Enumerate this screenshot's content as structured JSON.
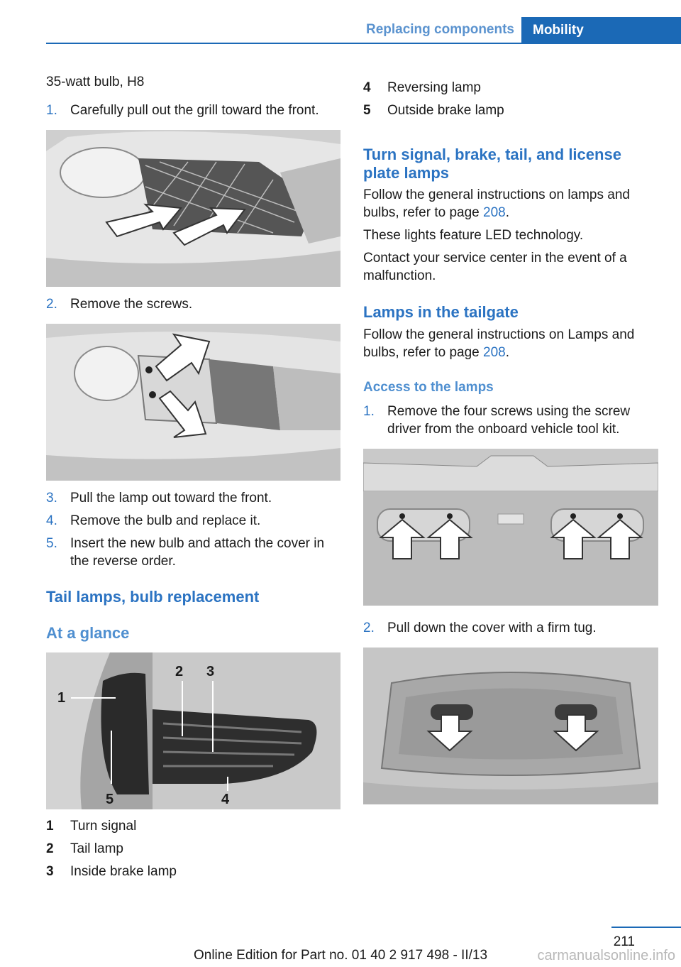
{
  "header": {
    "section": "Replacing components",
    "tab": "Mobility"
  },
  "left": {
    "intro": "35‑watt bulb, H8",
    "steps_a": [
      {
        "num": "1.",
        "text": "Carefully pull out the grill toward the front."
      },
      {
        "num": "2.",
        "text": "Remove the screws."
      },
      {
        "num": "3.",
        "text": "Pull the lamp out toward the front."
      },
      {
        "num": "4.",
        "text": "Remove the bulb and replace it."
      },
      {
        "num": "5.",
        "text": "Insert the new bulb and attach the cover in the reverse order."
      }
    ],
    "heading_tail": "Tail lamps, bulb replacement",
    "heading_glance": "At a glance",
    "figure_labels": [
      "1",
      "2",
      "3",
      "4",
      "5"
    ],
    "legend": [
      {
        "num": "1",
        "text": "Turn signal"
      },
      {
        "num": "2",
        "text": "Tail lamp"
      },
      {
        "num": "3",
        "text": "Inside brake lamp"
      }
    ]
  },
  "right": {
    "legend": [
      {
        "num": "4",
        "text": "Reversing lamp"
      },
      {
        "num": "5",
        "text": "Outside brake lamp"
      }
    ],
    "heading_turn": "Turn signal, brake, tail, and license plate lamps",
    "p1_pre": "Follow the general instructions on lamps and bulbs, refer to page ",
    "p1_link": "208",
    "p1_post": ".",
    "p2": "These lights feature LED technology.",
    "p3": "Contact your service center in the event of a malfunction.",
    "heading_tailgate": "Lamps in the tailgate",
    "p4_pre": "Follow the general instructions on Lamps and bulbs, refer to page ",
    "p4_link": "208",
    "p4_post": ".",
    "heading_access": "Access to the lamps",
    "steps": [
      {
        "num": "1.",
        "text": "Remove the four screws using the screw driver from the onboard vehicle tool kit."
      },
      {
        "num": "2.",
        "text": "Pull down the cover with a firm tug."
      }
    ]
  },
  "footer": {
    "page_number": "211",
    "edition": "Online Edition for Part no. 01 40 2 917 498 - II/13",
    "watermark": "carmanualsonline.info"
  }
}
